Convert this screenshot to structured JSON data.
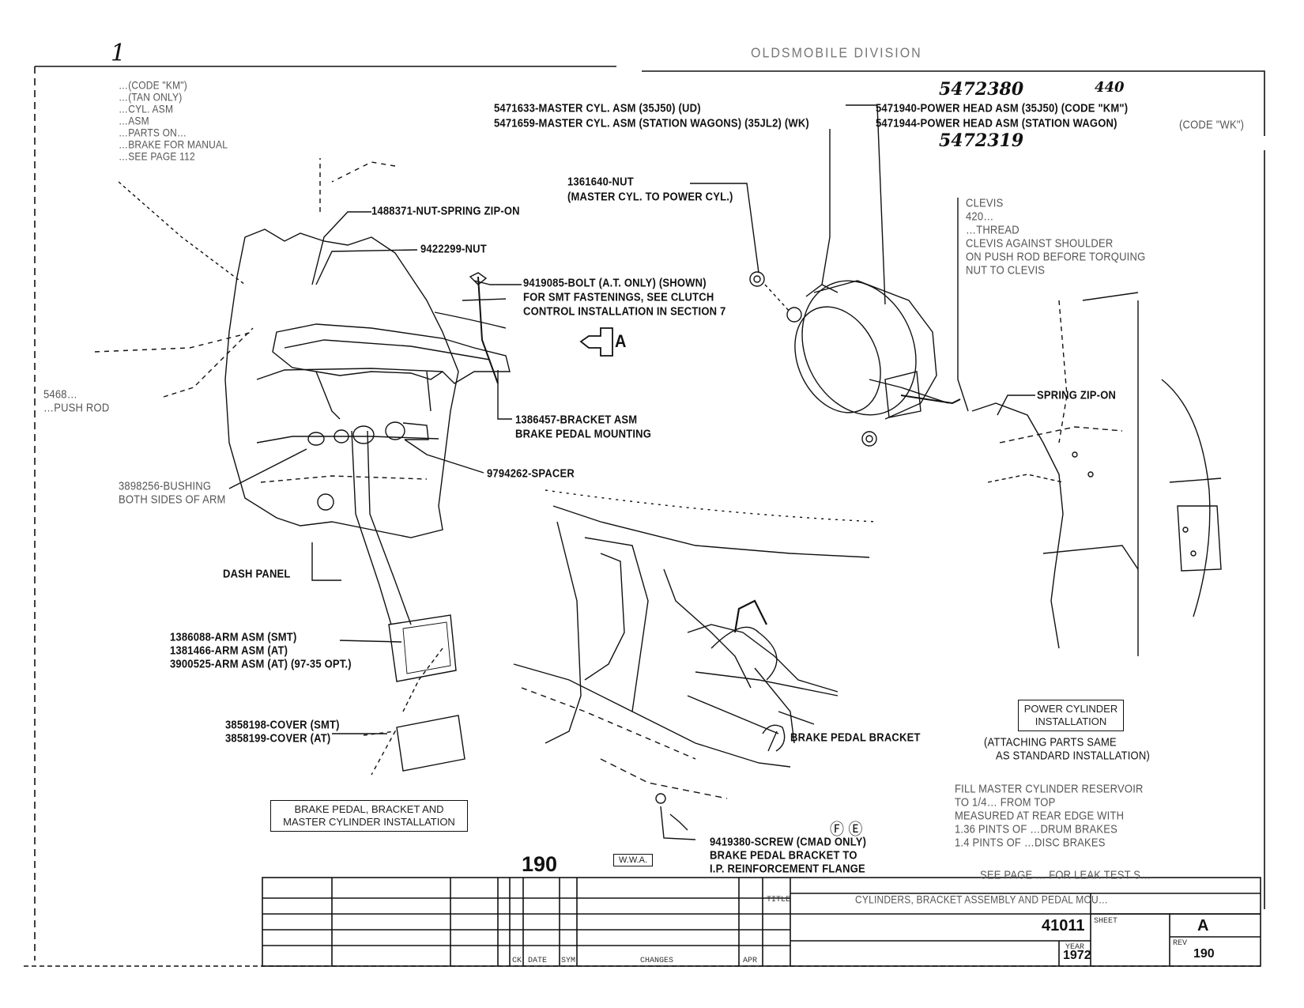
{
  "header": {
    "banner": "OLDSMOBILE DIVISION"
  },
  "handwritten": {
    "top_left": "1",
    "power_head_upper": "5472380",
    "power_head_upper_suffix": "440",
    "power_head_lower": "5472319"
  },
  "top_left_notes": [
    "…(CODE \"KM\")",
    "…(TAN ONLY)",
    "…CYL. ASM",
    "…ASM",
    "…PARTS ON…",
    "…BRAKE FOR MANUAL",
    "…SEE PAGE 112"
  ],
  "callouts": {
    "nut_spring": "1488371-NUT-SPRING ZIP-ON",
    "nut_9422299": "9422299-NUT",
    "bolt_line1": "9419085-BOLT (A.T. ONLY) (SHOWN)",
    "bolt_line2": "FOR SMT FASTENINGS, SEE CLUTCH",
    "bolt_line3": "CONTROL INSTALLATION IN SECTION 7",
    "view_a": "A",
    "bracket_line1": "1386457-BRACKET ASM",
    "bracket_line2": "BRAKE PEDAL MOUNTING",
    "spacer": "9794262-SPACER",
    "bushing_line1": "3898256-BUSHING",
    "bushing_line2": "BOTH SIDES OF ARM",
    "pushrod_line1": "5468…",
    "pushrod_line2": "…PUSH ROD",
    "pushrod_line3": "…",
    "dash_panel": "DASH PANEL",
    "arm1": "1386088-ARM ASM (SMT)",
    "arm2": "1381466-ARM ASM (AT)",
    "arm3": "3900525-ARM ASM (AT) (97-35 OPT.)",
    "cover1": "3858198-COVER (SMT)",
    "cover2": "3858199-COVER (AT)",
    "mc1": "5471633-MASTER CYL. ASM (35J50) (UD)",
    "mc2": "5471659-MASTER CYL. ASM (STATION WAGONS) (35JL2) (WK)",
    "ph1": "5471940-POWER HEAD ASM (35J50) (CODE \"KM\")",
    "ph2": "5471944-POWER HEAD ASM (STATION WAGON)",
    "ph2_code": "(CODE \"WK\")",
    "nut_mc1": "1361640-NUT",
    "nut_mc2": "(MASTER CYL. TO POWER CYL.)",
    "clevis1": "CLEVIS",
    "clevis2": "420…",
    "clevis3": "…THREAD",
    "clevis4": "CLEVIS AGAINST SHOULDER",
    "clevis5": "ON PUSH ROD BEFORE TORQUING",
    "clevis6": "NUT TO CLEVIS",
    "spring_zip": "SPRING ZIP-ON",
    "brake_pedal_bracket": "BRAKE PEDAL BRACKET",
    "screw1": "9419380-SCREW (CMAD ONLY)",
    "screw2": "BRAKE PEDAL BRACKET TO",
    "screw3": "I.P. REINFORCEMENT FLANGE",
    "fe": "Ⓕ Ⓔ"
  },
  "boxes": {
    "brake_title_1": "BRAKE PEDAL, BRACKET AND",
    "brake_title_2": "MASTER CYLINDER INSTALLATION",
    "power_title_1": "POWER CYLINDER",
    "power_title_2": "INSTALLATION",
    "power_sub_1": "(ATTACHING PARTS SAME",
    "power_sub_2": "AS STANDARD INSTALLATION)"
  },
  "fill_note": [
    "FILL MASTER CYLINDER RESERVOIR",
    "TO 1/4… FROM TOP",
    "MEASURED AT REAR EDGE WITH",
    "1.36 PINTS OF …DRUM BRAKES",
    "1.4 PINTS OF …DISC BRAKES"
  ],
  "see_note": "SEE PAGE … FOR LEAK TEST S…",
  "page_number": "190",
  "wwa_box": "W.W.A.",
  "title_block": {
    "title_label": "TITLE",
    "title": "CYLINDERS, BRACKET ASSEMBLY AND PEDAL MOU…",
    "drawing_number": "41011",
    "model_year": "1972",
    "rev_letter": "A",
    "sheet_number": "190",
    "col_date": "DATE",
    "col_sym": "SYM",
    "col_changes": "CHANGES",
    "col_apr": "APR",
    "col_ck": "CK",
    "col_year": "YEAR",
    "col_sheet": "SHEET",
    "col_rev": "REV"
  }
}
